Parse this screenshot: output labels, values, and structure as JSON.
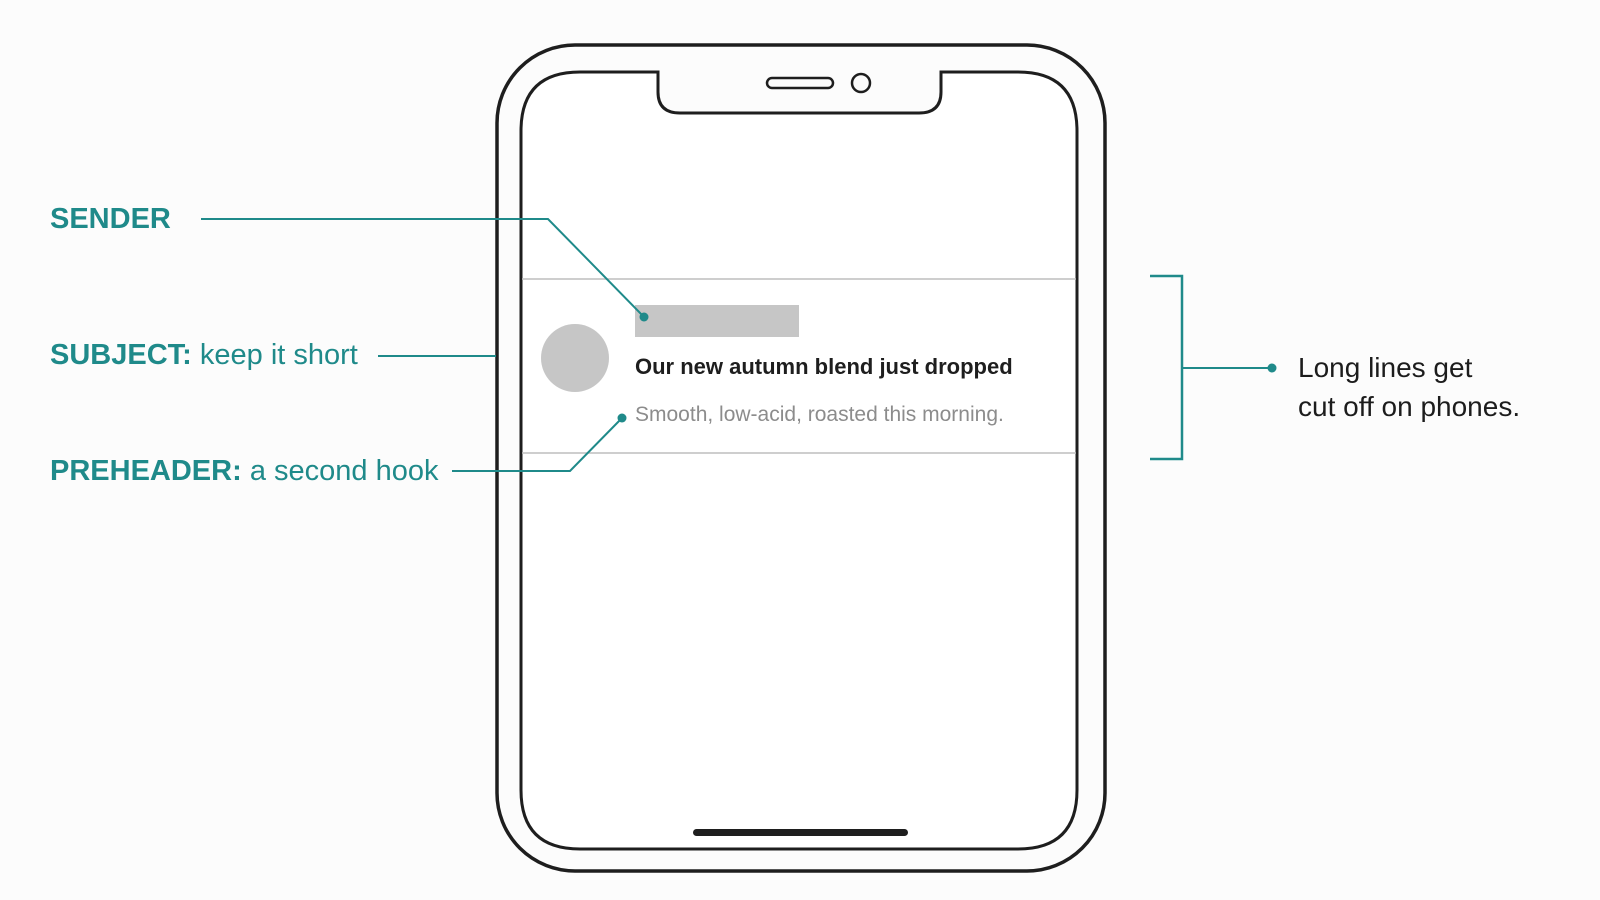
{
  "labels": {
    "sender": {
      "title": "SENDER"
    },
    "subject": {
      "title": "SUBJECT:",
      "text": "keep it short"
    },
    "preheader": {
      "title": "PREHEADER:",
      "text": "a second hook"
    }
  },
  "email": {
    "subject": "Our new autumn blend just dropped",
    "preheader": "Smooth, low-acid, roasted this morning."
  },
  "note": {
    "line1": "Long lines get",
    "line2": "cut off on phones."
  },
  "colors": {
    "accent": "#1f8a8a",
    "outline": "#1e1e1e",
    "placeholder": "#c6c6c6",
    "divider": "#bdbdbd",
    "preheader_text": "#8c8c8c"
  }
}
